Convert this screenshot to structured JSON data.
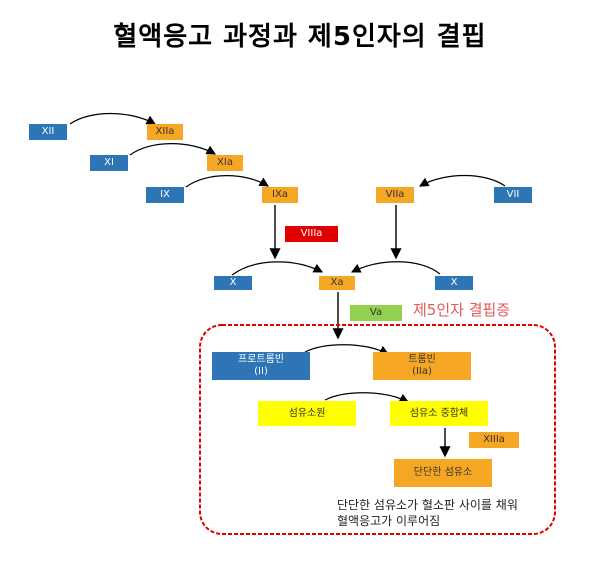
{
  "title": "혈액응고 과정과 제5인자의 결핍",
  "factors": {
    "xii": "XII",
    "xiia": "XIIa",
    "xi": "XI",
    "xia": "XIa",
    "ix": "IX",
    "ixa": "IXa",
    "viia": "VIIa",
    "vii": "VII",
    "viiia": "VIIIa",
    "x_left": "X",
    "xa": "Xa",
    "x_right": "X",
    "va": "Va",
    "prothrombin": "프로트롬빈\n(II)",
    "thrombin": "트롬빈\n(IIa)",
    "fibrinogen": "섬유소원",
    "fibrin_polymer": "섬유소 중합체",
    "xiiia": "XIIIa",
    "stable_fibrin": "단단한 섬유소"
  },
  "callout": "제5인자 결핍증",
  "note": "단단한 섬유소가 혈소판 사이를 채워\n혈액응고가 이루어짐",
  "colors": {
    "blue": "#2e75b6",
    "orange": "#f5a623",
    "red": "#e00000",
    "green": "#92d050",
    "yellow": "#ffff00",
    "highlight_border": "#e00000",
    "callout_text": "#e15a5a"
  }
}
